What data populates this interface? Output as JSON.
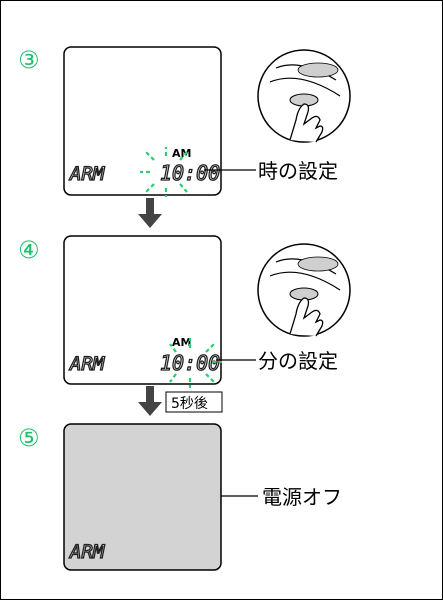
{
  "steps": [
    {
      "number": "③",
      "lcd_mode": "ARM",
      "ampm": "AM",
      "time": "10:00",
      "blinking": "hour",
      "callout": "時の設定"
    },
    {
      "number": "④",
      "lcd_mode": "ARM",
      "ampm": "AM",
      "time": "10:00",
      "blinking": "minute",
      "callout": "分の設定",
      "after_label": "5秒後"
    },
    {
      "number": "⑤",
      "lcd_mode": "ARM",
      "callout": "電源オフ"
    }
  ],
  "colors": {
    "step_number": "#1fbf6a",
    "blink_marks": "#2ecc71",
    "lcd_off_fill": "#d3d3d3",
    "arrow": "#444444",
    "frame": "#000000"
  },
  "icons": [
    "hand-pressing-button-icon",
    "down-arrow-icon"
  ]
}
